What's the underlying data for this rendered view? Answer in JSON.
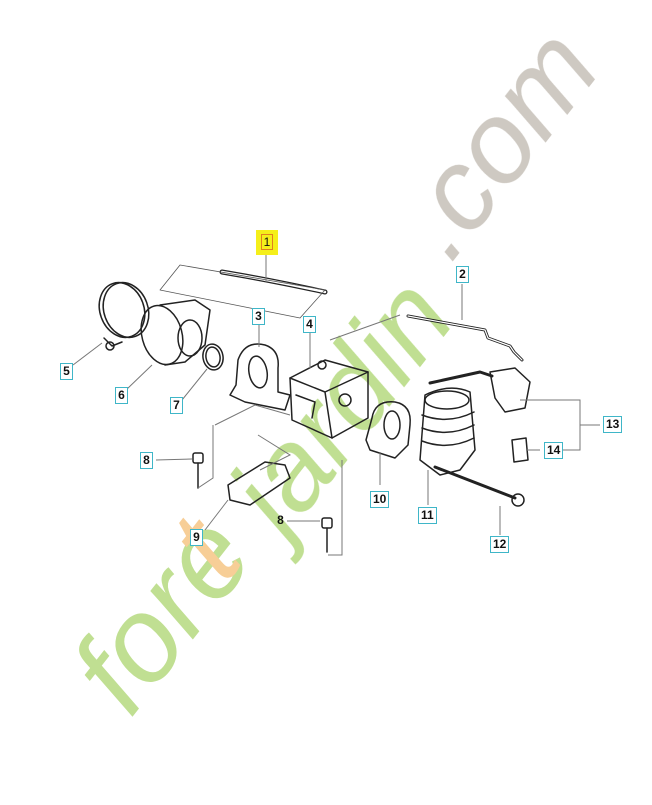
{
  "diagram": {
    "type": "exploded-parts-diagram",
    "subject": "Carburetor assembly",
    "selected_part": "1",
    "colors": {
      "callout_border": "#3fb6c8",
      "highlight_bg": "#f5ef1a",
      "highlight_border": "#e08020",
      "line": "#222222",
      "leader": "#777777"
    }
  },
  "watermark": {
    "part1": "foret",
    "part2": "jardin",
    "part3": ".com",
    "colors": {
      "fore": "#b9dc86",
      "t": "#f6c98c",
      "com": "#c9c3bb"
    }
  },
  "callouts": [
    {
      "id": "1",
      "label": "1",
      "highlighted": true
    },
    {
      "id": "2",
      "label": "2"
    },
    {
      "id": "3",
      "label": "3"
    },
    {
      "id": "4",
      "label": "4"
    },
    {
      "id": "5",
      "label": "5"
    },
    {
      "id": "6",
      "label": "6"
    },
    {
      "id": "7",
      "label": "7"
    },
    {
      "id": "8a",
      "label": "8"
    },
    {
      "id": "8b",
      "label": "8",
      "boxed": false
    },
    {
      "id": "9",
      "label": "9"
    },
    {
      "id": "10",
      "label": "10"
    },
    {
      "id": "11",
      "label": "11"
    },
    {
      "id": "12",
      "label": "12"
    },
    {
      "id": "13",
      "label": "13"
    },
    {
      "id": "14",
      "label": "14"
    }
  ]
}
